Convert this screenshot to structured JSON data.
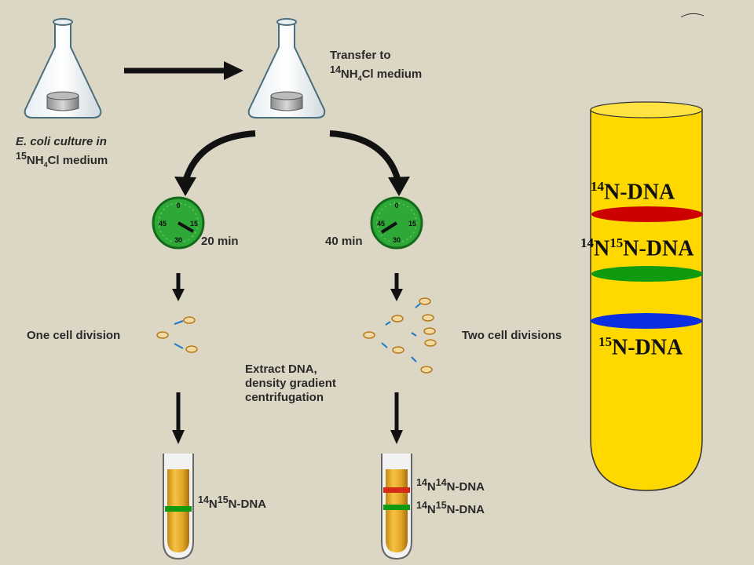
{
  "left_panel": {
    "start_label_1": "E. coli culture in",
    "start_label_2_sup": "15",
    "start_label_2_rest": "NH",
    "start_label_2_sub": "4",
    "start_label_2_end": "Cl medium",
    "transfer_label_1": "Transfer to",
    "transfer_label_2_sup": "14",
    "transfer_label_2_rest": "NH",
    "transfer_label_2_sub": "4",
    "transfer_label_2_end": "Cl medium",
    "time_left": "20 min",
    "time_right": "40 min",
    "clock_numbers": [
      "0",
      "15",
      "30",
      "45"
    ],
    "division_left": "One cell division",
    "division_right": "Two cell divisions",
    "extract_1": "Extract DNA,",
    "extract_2": "density gradient",
    "extract_3": "centrifugation",
    "tube_left_label": {
      "sup1": "14",
      "n1": "N",
      "sup2": "15",
      "rest": "N-DNA"
    },
    "tube_right_label_top": {
      "sup1": "14",
      "n1": "N",
      "sup2": "14",
      "rest": "N-DNA"
    },
    "tube_right_label_bottom": {
      "sup1": "14",
      "n1": "N",
      "sup2": "15",
      "rest": "N-DNA"
    }
  },
  "big_tube": {
    "band1": {
      "sup": "14",
      "text": "N-DNA"
    },
    "band2": {
      "sup1": "14",
      "n": "N",
      "sup2": "15",
      "text": "N-DNA"
    },
    "band3": {
      "sup": "15",
      "text": "N-DNA"
    }
  },
  "colors": {
    "background": "#dcd6c4",
    "tube_fill": "#ffd800",
    "band_light": "#cc0000",
    "band_hybrid": "#109a10",
    "band_heavy": "#0b2fe0",
    "clock": "#2ea836"
  }
}
